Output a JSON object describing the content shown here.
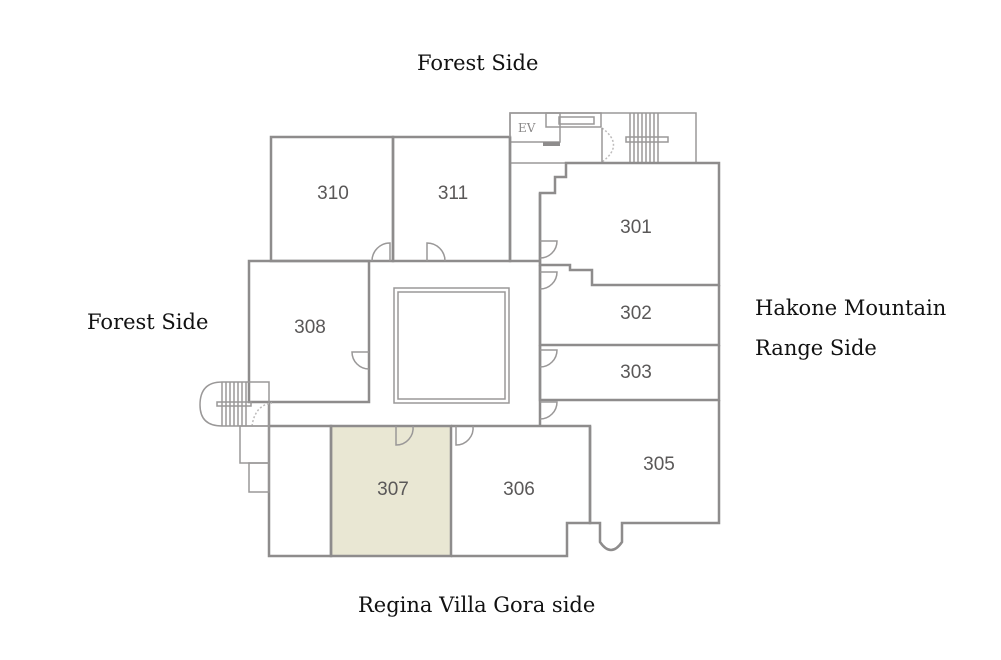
{
  "labels": {
    "top": "Forest Side",
    "left": "Forest Side",
    "right_line1": "Hakone Mountain",
    "right_line2": "Range Side",
    "bottom": "Regina Villa Gora side"
  },
  "floor": {
    "elevator_label": "EV",
    "highlight_color": "#e9e7d3",
    "wall_color": "#8e8c8c",
    "rooms": [
      {
        "id": "310",
        "label": "310"
      },
      {
        "id": "311",
        "label": "311"
      },
      {
        "id": "301",
        "label": "301"
      },
      {
        "id": "302",
        "label": "302"
      },
      {
        "id": "303",
        "label": "303"
      },
      {
        "id": "305",
        "label": "305"
      },
      {
        "id": "306",
        "label": "306"
      },
      {
        "id": "307",
        "label": "307",
        "highlighted": true
      },
      {
        "id": "308",
        "label": "308"
      }
    ]
  }
}
